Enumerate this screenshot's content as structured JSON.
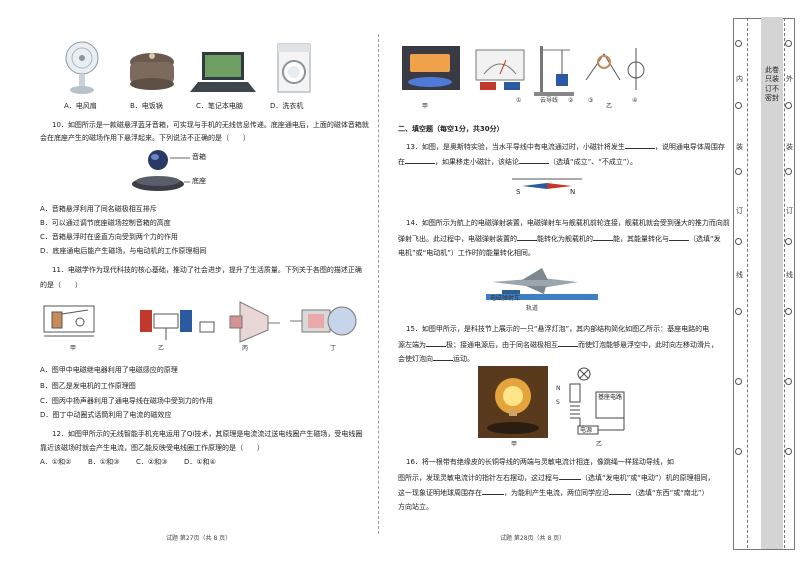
{
  "left": {
    "q9_options": [
      "A．电风扇",
      "B．电饭锅",
      "C．笔记本电脑",
      "D．洗衣机"
    ],
    "q10": {
      "text1": "10．如图所示是一款磁悬浮蓝牙音箱，可实现与手机的无线信息传递。底座通电后，上面的磁体音箱就",
      "text2": "会在底座产生的磁场作用下悬浮起来。下列说法不正确的是（　　）",
      "label_box": "音箱",
      "label_base": "底座",
      "options": [
        "A．音箱悬浮利用了同名磁极相互排斥",
        "B．可以通过调节底座磁场控制音箱的高度",
        "C．音箱悬浮时在竖直方向受到两个力的作用",
        "D．底座通电后能产生磁场，与电动机的工作原理相同"
      ]
    },
    "q11": {
      "text1": "11．电磁学作为现代科技的核心基础，推动了社会进步，提升了生活质量。下列关于各图的描述正确",
      "text2": "的是（　　）",
      "fig_labels": [
        "甲",
        "乙",
        "丙",
        "丁"
      ],
      "options": [
        "A．图甲中电磁继电器利用了电磁感应的原理",
        "B．图乙是发电机的工作原理图",
        "C．图丙中扬声器利用了通电导线在磁场中受到力的作用",
        "D．图丁中动圈式话筒利用了电流的磁效应"
      ]
    },
    "q12": {
      "text1": "12．如图甲所示的无线智能手机充电运用了Qi技术，其原理是电流流过送电线圈产生磁场，受电线圈",
      "text2": "靠近该磁场时就会产生电流，图乙能反映受电线圈工作原理的是（　　）",
      "options": [
        "A．①和②",
        "B．①和③",
        "C．②和③",
        "D．①和④"
      ]
    },
    "footer": "试题 第27页（共 8 页）"
  },
  "right": {
    "fig_labels": [
      "甲",
      "乙",
      "①",
      "②",
      "③",
      "④"
    ],
    "fig_caption": "云导线",
    "section": "二、填空题（每空1分，共30分）",
    "q13": {
      "line1a": "13．如图，是奥斯特实验，当水平导线中有电流通过时，小磁针将发生",
      "line1b": "，说明通电导体周围存",
      "line2a": "在",
      "line2b": "，如果移走小磁针，该结论",
      "line2c": "（选填“成立”、“不成立”）。",
      "needle_s": "S",
      "needle_n": "N"
    },
    "q14": {
      "line1": "14．如图所示为航上的电磁弹射装置，电磁弹射车与舰载机前轮连接，舰载机就会受到强大的推力而向前",
      "line2a": "弹射飞出。此过程中，电磁弹射装置的",
      "line2b": "能转化为舰载机的",
      "line2c": "能，其能量转化与",
      "line2d": "（选填“发",
      "line3": "电机”或“电动机”）工作时的能量转化相同。",
      "label_car": "电磁弹射车",
      "label_track": "轨道"
    },
    "q15": {
      "line1": "15．如图甲所示，是科技节上展示的一只“悬浮灯泡”，其内部结构简化如图乙所示：基座电路的电",
      "line2a": "源左端为",
      "line2b": "极；接通电源后，由于同名磁极相互",
      "line2c": "而使灯泡能够悬浮空中，此时向左移动滑片，",
      "line3a": "会使灯泡向",
      "line3b": "运动。",
      "label_n": "N",
      "label_s": "S",
      "label_circuit": "基座电路",
      "label_power": "电源",
      "fig_a": "甲",
      "fig_b": "乙"
    },
    "q16": {
      "line1": "16．将一根带有绝缘皮的长铜导线的两端与灵敏电流计相连，像跳绳一样摇动导线，如",
      "line2a": "图所示，发现灵敏电流计的指针左右摆动，这过程与",
      "line2b": "（选填“发电机”或“电动”）机的原理相同，",
      "line3a": "这一现象证明地球周围存在",
      "line3b": "，为能利产生电流，两位同学应沿",
      "line3c": "（选填“东西”或“南北”）",
      "line4": "方向站立。"
    },
    "footer": "试题 第28页（共 8 页）"
  },
  "strip": {
    "outer_chars": [
      "外",
      "装",
      "订",
      "线"
    ],
    "inner_chars": [
      "内",
      "装",
      "订",
      "线"
    ],
    "warning": "此卷只装订不密封"
  }
}
